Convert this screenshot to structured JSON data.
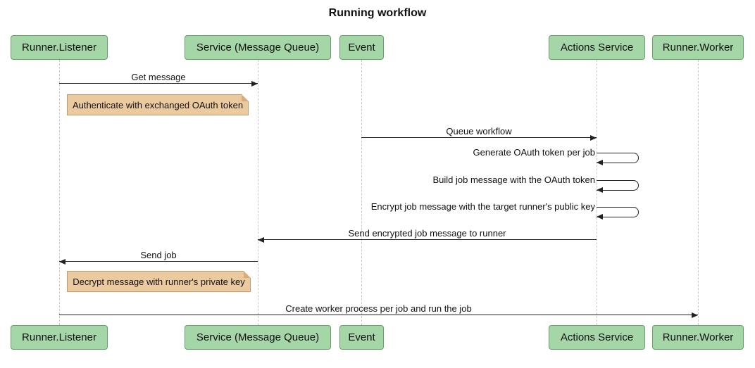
{
  "title": "Running workflow",
  "participants": [
    {
      "label": "Runner.Listener"
    },
    {
      "label": "Service (Message Queue)"
    },
    {
      "label": "Event"
    },
    {
      "label": "Actions Service"
    },
    {
      "label": "Runner.Worker"
    }
  ],
  "messages": {
    "get_message": "Get message",
    "queue_workflow": "Queue workflow",
    "generate_token": "Generate OAuth token per job",
    "build_job_message": "Build job message with the OAuth token",
    "encrypt_job_message": "Encrypt job message with the target runner's public key",
    "send_encrypted": "Send encrypted job message to runner",
    "send_job": "Send job",
    "create_worker": "Create worker process per job and run the job"
  },
  "notes": {
    "authenticate": "Authenticate with exchanged OAuth token",
    "decrypt": "Decrypt message with runner's private key"
  },
  "colors": {
    "actor_fill": "#a5d6a7",
    "actor_border": "#6b9e6d",
    "note_fill": "#eccaa0",
    "note_border": "#c49a6c",
    "lifeline": "#c9c9c9",
    "arrow": "#222222"
  }
}
